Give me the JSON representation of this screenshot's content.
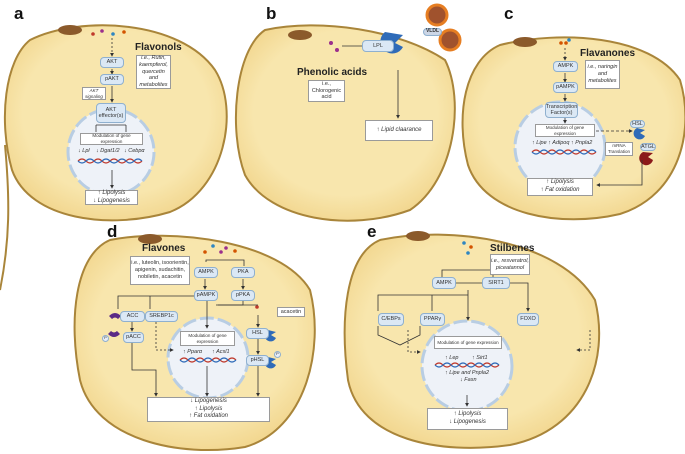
{
  "colors": {
    "cell_fill": "#f7e4a8",
    "cell_border": "#b08a3c",
    "nucleus": "#eef2f8",
    "nucleus_border": "#b8cde3",
    "protein": "#dbe8f5",
    "enzyme_blue": "#2f6bb8",
    "atgl": "#8b1a1a",
    "acc_purple": "#5b2a86"
  },
  "panels": {
    "a": {
      "label": "a",
      "title": "Flavonols",
      "examples": "i.e., Rutin, kaempferol, quercetin and metabolites",
      "akt": "AKT",
      "pakt": "pAKT",
      "akt_signaling": "AKT signaling",
      "effector": "AKT effector(s)",
      "modulation": "Modulation of gene expression",
      "genes": [
        "↓ Lpl",
        "↓ Dgat1/2",
        "↓ Cebpα"
      ],
      "result": [
        "↑ Lipolysis",
        "↓ Lipogenesis"
      ]
    },
    "b": {
      "label": "b",
      "title": "Phenolic acids",
      "examples": "i.e., Chlorogenic acid",
      "lpl": "LPL",
      "vldl": "VLDL",
      "result": "↑ Lipid claarance"
    },
    "c": {
      "label": "c",
      "title": "Flavanones",
      "examples": "i.e., naringin and metabolites",
      "ampk": "AMPK",
      "pampk": "pAMPK",
      "tf": "Transcription Factor(s)",
      "modulation": "Modulation of gene expression",
      "genes": "↑ Lipe ↑ Adipoq ↑ Pnpla2",
      "mrna": "mRNA Translation",
      "hsl": "HSL",
      "atgl": "ATGL",
      "result": [
        "↑ Lipolysis",
        "↑ Fat oxidation"
      ]
    },
    "d": {
      "label": "d",
      "title": "Flavones",
      "examples": "i.e., luteolin, isoorientin, apigenin, sudachitin, nobiletin, acacetin",
      "ampk": "AMPK",
      "pka": "PKA",
      "pampk": "pAMPK",
      "ppka": "pPKA",
      "acc": "ACC",
      "srebp": "SREBP1c",
      "pacc": "pACC",
      "p": "P",
      "acacetin": "acacetin",
      "hsl": "HSL",
      "phsl": "pHSL",
      "modulation": "Modulation of gene expression",
      "genes": [
        "↑ Pparα",
        "↑ Acsl1"
      ],
      "result": [
        "↓ Lipogenesis",
        "↑ Lipolysis",
        "↑ Fat oxidation"
      ]
    },
    "e": {
      "label": "e",
      "title": "Stilbenes",
      "examples": "i.e., resveratrol, piceatannol",
      "ampk": "AMPK",
      "sirt1": "SIRT1",
      "cebp": "C/EBPs",
      "pparg": "PPARγ",
      "foxo": "FOXO",
      "modulation": "Modulation of gene expression",
      "genes1": [
        "↑ Lep",
        "↑ Sirt1"
      ],
      "genes2": "↑ Lipe and Pnpla2",
      "genes3": "↓ Fasn",
      "result": [
        "↑ Lipolysis",
        "↓ Lipogenesis"
      ]
    }
  }
}
